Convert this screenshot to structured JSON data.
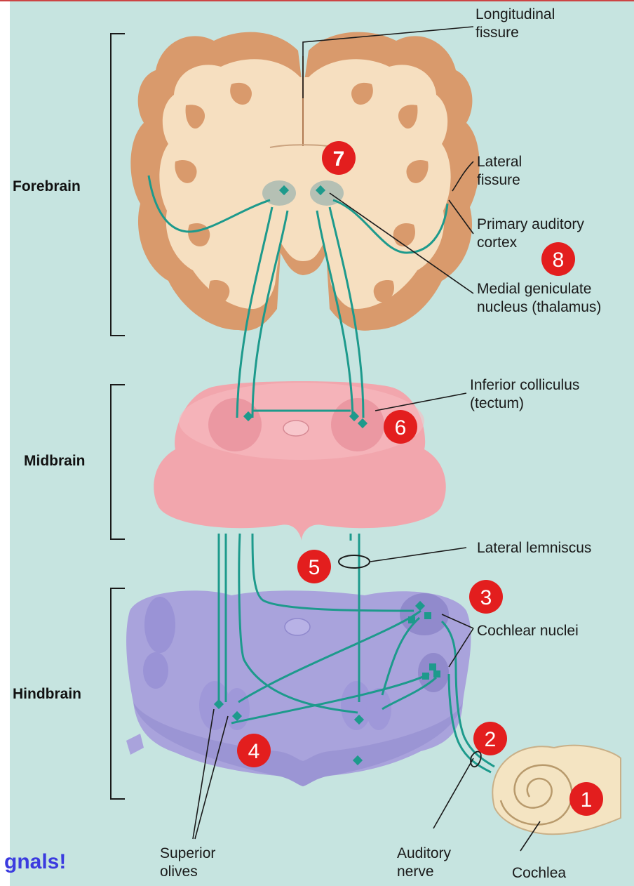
{
  "labels": {
    "longitudinal_fissure": [
      "Longitudinal",
      "fissure"
    ],
    "lateral_fissure": [
      "Lateral",
      "fissure"
    ],
    "primary_auditory_cortex": [
      "Primary auditory",
      "cortex"
    ],
    "medial_geniculate": [
      "Medial geniculate",
      "nucleus (thalamus)"
    ],
    "inferior_colliculus": [
      "Inferior colliculus",
      "(tectum)"
    ],
    "lateral_lemniscus": [
      "Lateral lemniscus"
    ],
    "cochlear_nuclei": [
      "Cochlear nuclei"
    ],
    "superior_olives": [
      "Superior",
      "olives"
    ],
    "auditory_nerve": [
      "Auditory",
      "nerve"
    ],
    "cochlea": [
      "Cochlea"
    ]
  },
  "regions": {
    "forebrain": "Forebrain",
    "midbrain": "Midbrain",
    "hindbrain": "Hindbrain"
  },
  "markers": [
    "1",
    "2",
    "3",
    "4",
    "5",
    "6",
    "7",
    "8"
  ],
  "caption": "gnals!",
  "colors": {
    "background": "#c6e4e0",
    "marker": "#e31e1e",
    "nerve": "#1d9a8c",
    "cortex": "#d99a6c",
    "white_matter": "#f6dfc0",
    "midbrain": "#f2a6ad",
    "hindbrain": "#a9a3dc",
    "caption": "#3b3bdf"
  }
}
